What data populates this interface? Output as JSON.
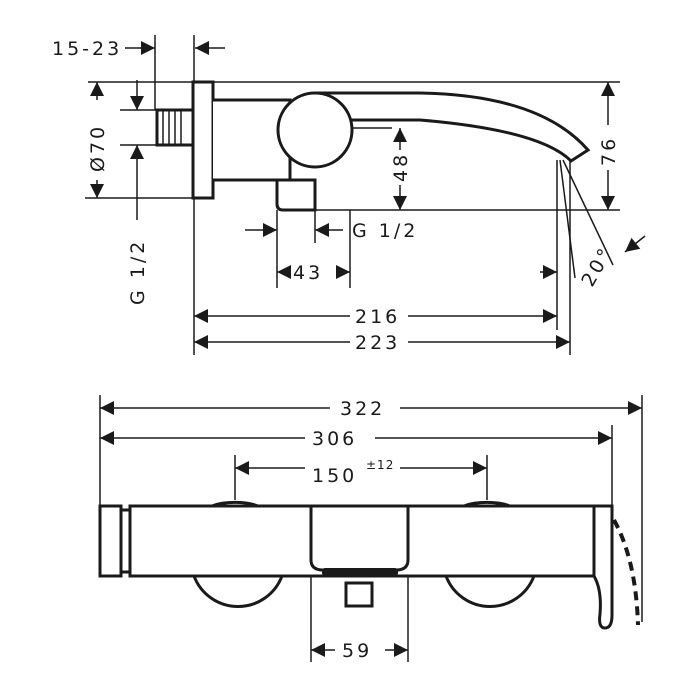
{
  "title": "Wall-mounted bath mixer dimension drawing",
  "side_view": {
    "dim_wall_depth": "15-23",
    "dim_rosette_diameter": "Ø70",
    "dim_inlet_thread": "G 1/2",
    "dim_outlet_thread": "G 1/2",
    "dim_outlet_height": "48",
    "dim_total_height": "76",
    "dim_outlet_width": "43",
    "dim_projection_spout": "216",
    "dim_projection_total": "223",
    "dim_spout_angle": "20°"
  },
  "front_view": {
    "dim_total_width": "322",
    "dim_body_width": "306",
    "dim_centers": "150",
    "dim_centers_tolerance": "±12",
    "dim_outlet_width": "59"
  },
  "colors": {
    "line": "#1a1a1a",
    "background": "#ffffff"
  }
}
